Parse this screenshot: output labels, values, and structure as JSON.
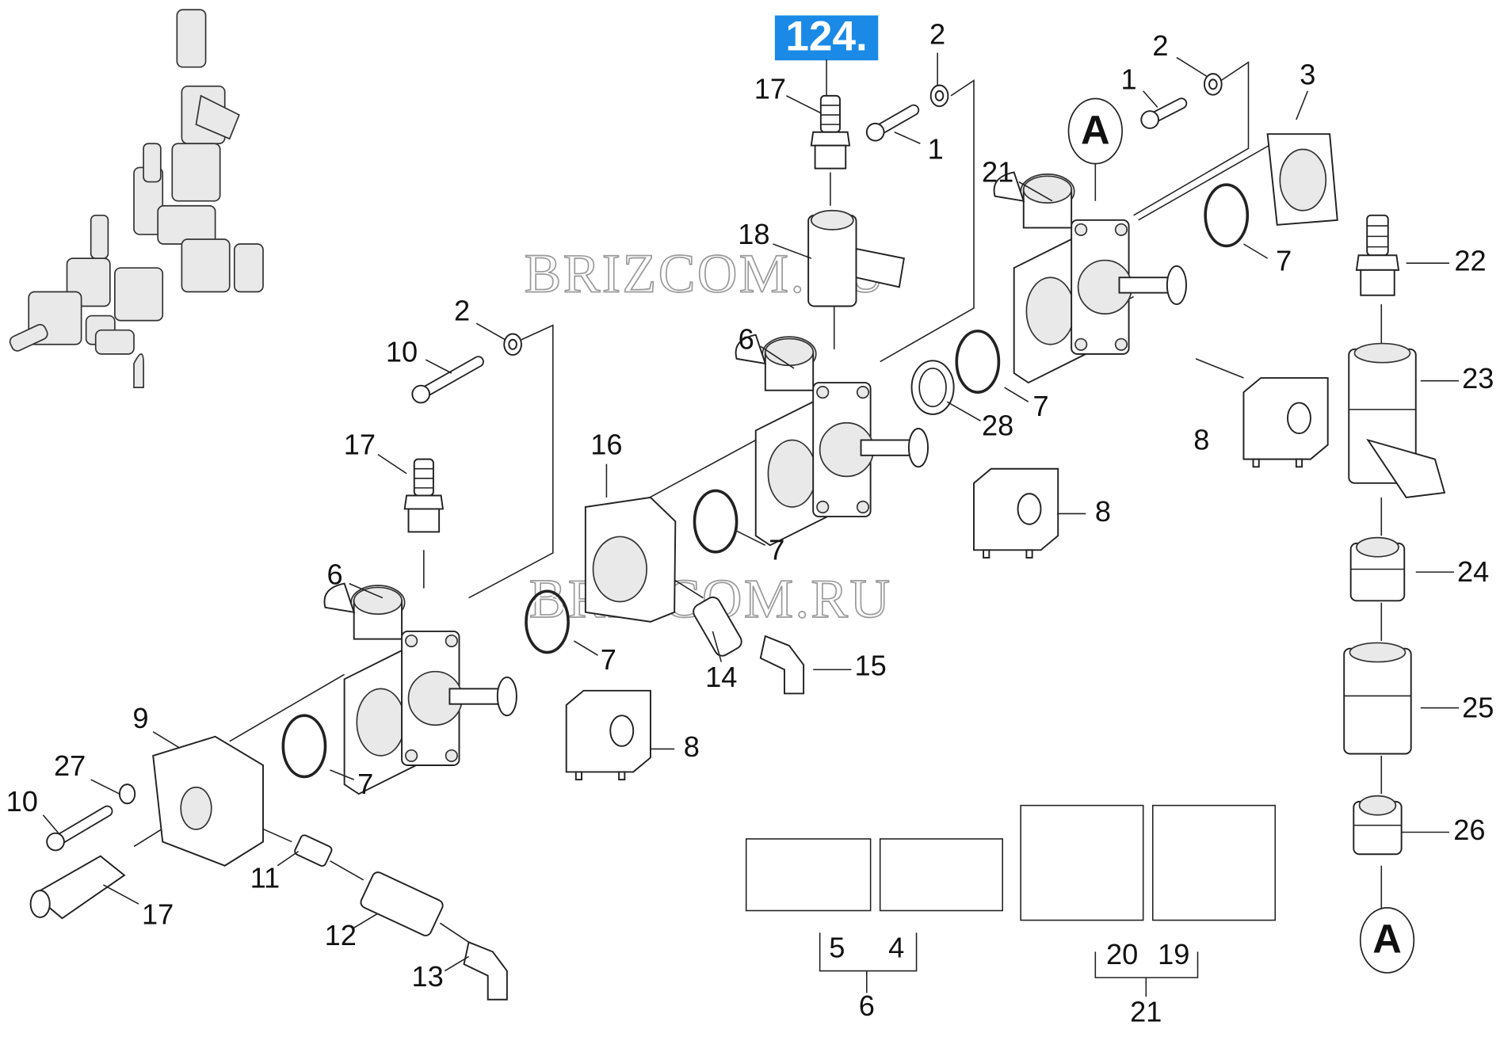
{
  "diagram": {
    "badge": "124.",
    "watermark": "BRIZCOM.RU",
    "ref_marker": "A",
    "accent_color": "#1a8ae6",
    "callouts": [
      "17",
      "2",
      "1",
      "2",
      "1",
      "3",
      "21",
      "18",
      "22",
      "7",
      "2",
      "10",
      "6",
      "23",
      "7",
      "28",
      "8",
      "17",
      "16",
      "8",
      "7",
      "24",
      "6",
      "7",
      "15",
      "14",
      "25",
      "9",
      "8",
      "27",
      "7",
      "10",
      "26",
      "11",
      "17",
      "12",
      "13",
      "5",
      "4",
      "6",
      "20",
      "19",
      "21"
    ]
  }
}
